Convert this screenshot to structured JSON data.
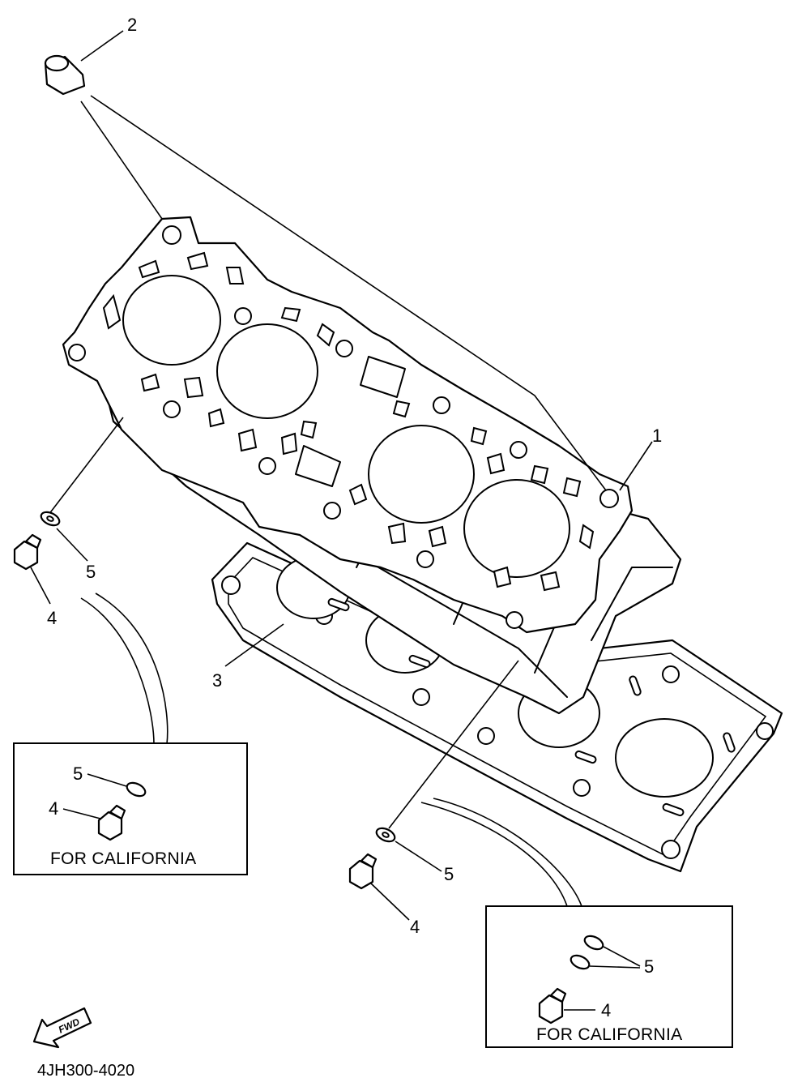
{
  "diagram": {
    "callouts": {
      "cylinder": "1",
      "dowel_pin": "2",
      "gasket": "3",
      "bolt_left": "4",
      "washer_left": "5",
      "bolt_right": "4",
      "washer_right": "5"
    },
    "inset_left": {
      "washer": "5",
      "bolt": "4",
      "label": "FOR CALIFORNIA"
    },
    "inset_right": {
      "washer": "5",
      "bolt": "4",
      "label": "FOR CALIFORNIA"
    },
    "fwd_arrow": "FWD",
    "drawing_code": "4JH300-4020"
  }
}
